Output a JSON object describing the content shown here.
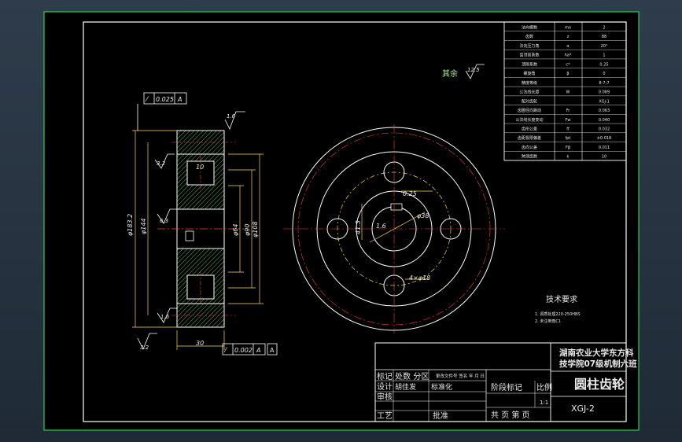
{
  "drawing": {
    "title_block": {
      "school_line1": "湖南农业大学东方科",
      "school_line2": "技学院07级机制六班",
      "part_name": "圆柱齿轮",
      "drawing_no": "XGJ-2",
      "scale_label": "比例",
      "scale_value": "1:1",
      "stage_label": "阶段标记",
      "sheet_label": "共 页 第 页",
      "row_mark": "标记 处数 分区",
      "row_mark_rest": "更改文件号 签名 年 月 日",
      "row_design": "设计",
      "row_design_name": "胡佳发",
      "row_design_std": "标准化",
      "row_check": "审核",
      "row_process": "工艺",
      "row_approve": "批准"
    },
    "notes": {
      "heading": "技术要求",
      "line1": "1. 调质处理220-250HBS",
      "line2": "2. 未注倒角C1"
    },
    "roughness_other": "其余",
    "roughness_other_value": "12.5",
    "dims": {
      "width": "30",
      "outer_dia": "φ183.2",
      "root_dia": "φ144",
      "hub_dia": "φ64",
      "web_dia": "φ90",
      "bolt_circle": "φ108",
      "bore": "φ38",
      "holes": "4×φ18",
      "keyway": "41.3",
      "keyway_width": "10",
      "tol_key": "0.25",
      "tol_top": "0.025",
      "tol_bottom": "0.002",
      "datum": "A",
      "rough_1": "1.6",
      "rough_2": "3.2",
      "rough_3": "6.3",
      "rough_4": "1.6",
      "rough_5": "3.2",
      "rough_6": "1.6"
    },
    "param_table": {
      "rows": [
        [
          "法向模数",
          "mn",
          "2"
        ],
        [
          "齿数",
          "z",
          "88"
        ],
        [
          "法向压力角",
          "α",
          "20°"
        ],
        [
          "齿顶高系数",
          "ha*",
          "1"
        ],
        [
          "顶隙系数",
          "c*",
          "0.25"
        ],
        [
          "螺旋角",
          "β",
          "0"
        ],
        [
          "精度等级",
          "",
          "8-7-7"
        ],
        [
          "公法线长度",
          "W",
          "0.089"
        ],
        [
          "配对齿轮",
          "",
          "XGJ-1"
        ],
        [
          "齿圈径向跳动",
          "Fr",
          "0.063"
        ],
        [
          "公法线长度变动",
          "Fw",
          "0.040"
        ],
        [
          "齿形公差",
          "ff",
          "0.032"
        ],
        [
          "齿距极限偏差",
          "fpt",
          "±0.018"
        ],
        [
          "齿向公差",
          "Fβ",
          "0.011"
        ],
        [
          "跨测齿数",
          "k",
          "10"
        ]
      ]
    }
  }
}
